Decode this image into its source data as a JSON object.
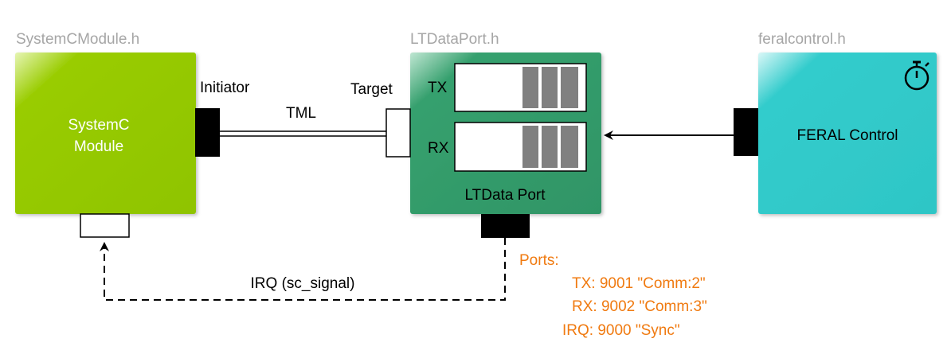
{
  "files": {
    "systemc": "SystemCModule.h",
    "ltdata": "LTDataPort.h",
    "feral": "feralcontrol.h"
  },
  "modules": {
    "systemc_line1": "SystemC",
    "systemc_line2": "Module",
    "ltdata": "LTData Port",
    "feral": "FERAL Control"
  },
  "ports": {
    "initiator": "Initiator",
    "target": "Target",
    "tx": "TX",
    "rx": "RX"
  },
  "connections": {
    "tml": "TML",
    "irq": "IRQ (sc_signal)"
  },
  "port_info": {
    "title": "Ports:",
    "tx": "TX: 9001 \"Comm:2\"",
    "rx": "RX: 9002 \"Comm:3\"",
    "irq": "IRQ: 9000 \"Sync\""
  },
  "colors": {
    "systemc": "#99cc00",
    "ltdata": "#33996a",
    "feral": "#33cccc",
    "annotation": "#f07a10",
    "file_label": "#a6a6a6"
  },
  "icons": {
    "feral_timer": "stopwatch-icon"
  }
}
